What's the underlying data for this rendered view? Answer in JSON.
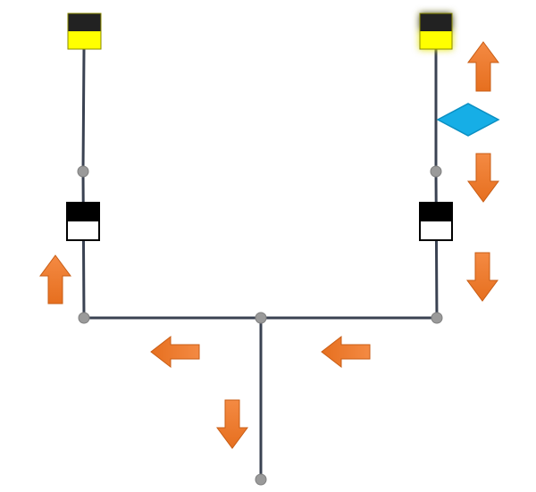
{
  "diagram": {
    "colors": {
      "background": "#ffffff",
      "pipe": "#3a4252",
      "node": "#9a9a9a",
      "arrow_start": "#f48a43",
      "arrow_end": "#e66f1f",
      "arrow_stroke": "#c85d15",
      "diamond": "#16aee6",
      "diamond_stroke": "#0b8fc2",
      "sensor_top": "#222222",
      "sensor_bottom": "#ffff00",
      "valve_top": "#000000",
      "valve_bottom": "#ffffff",
      "selection_glow": "#5b93ff"
    },
    "elements": {
      "left_sensor": {
        "icon": "sensor-icon",
        "state": "active"
      },
      "right_sensor": {
        "icon": "sensor-icon",
        "state": "selected"
      },
      "left_valve": {
        "icon": "valve-icon",
        "state": "half-filled"
      },
      "right_valve": {
        "icon": "valve-icon",
        "state": "half-filled"
      },
      "diamond_marker": {
        "icon": "diamond-marker-icon"
      },
      "arrows": [
        {
          "name": "arrow-up-right-top",
          "direction": "up"
        },
        {
          "name": "arrow-down-right-mid",
          "direction": "down"
        },
        {
          "name": "arrow-down-right-low",
          "direction": "down"
        },
        {
          "name": "arrow-up-left",
          "direction": "up"
        },
        {
          "name": "arrow-left-bottom-left",
          "direction": "left"
        },
        {
          "name": "arrow-left-bottom-right",
          "direction": "left"
        },
        {
          "name": "arrow-down-bottom",
          "direction": "down"
        }
      ]
    }
  }
}
